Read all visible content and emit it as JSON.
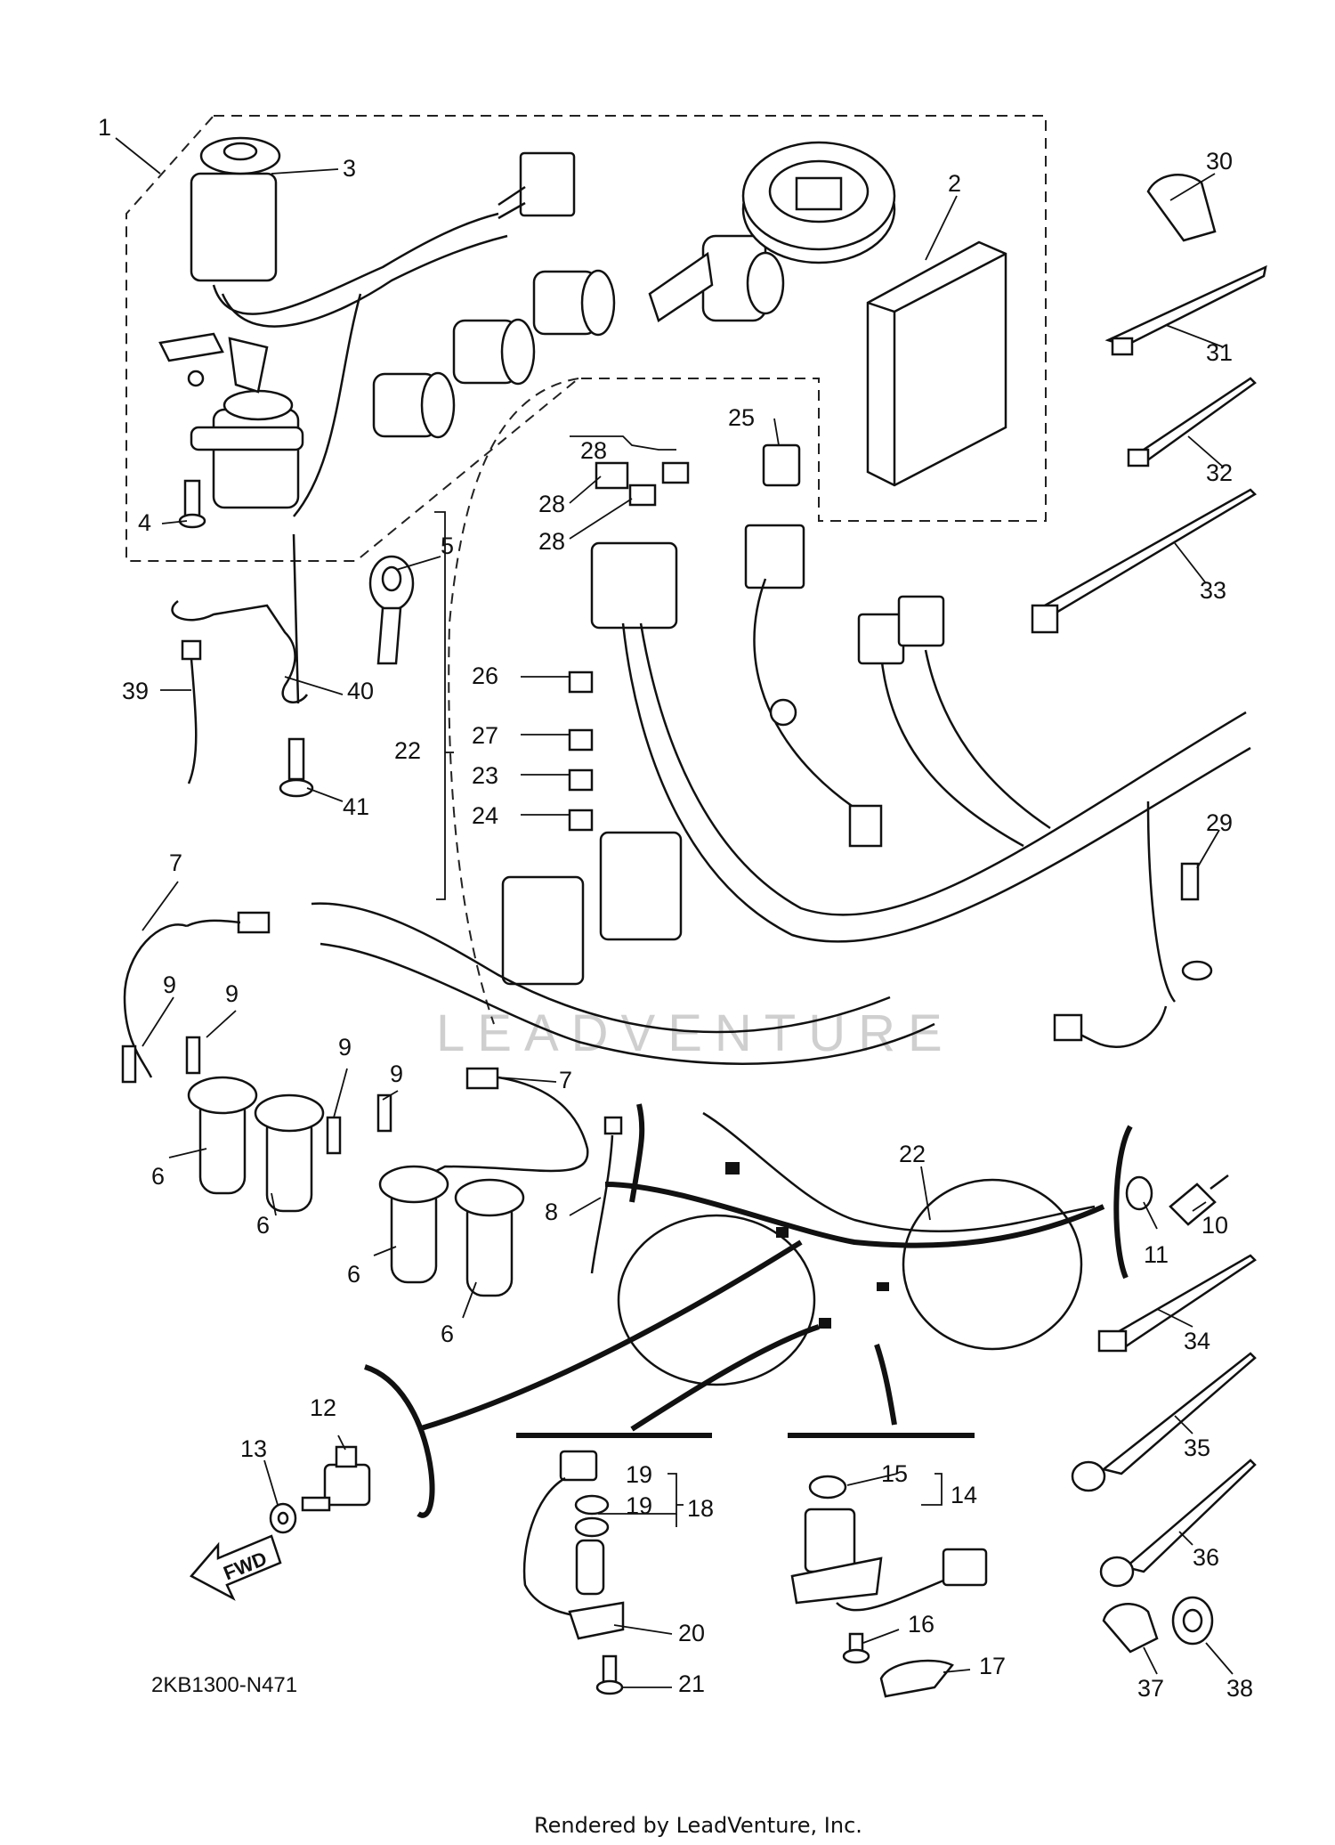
{
  "callouts": [
    {
      "id": "c1",
      "text": "1"
    },
    {
      "id": "c2",
      "text": "2"
    },
    {
      "id": "c3",
      "text": "3"
    },
    {
      "id": "c4",
      "text": "4"
    },
    {
      "id": "c5",
      "text": "5"
    },
    {
      "id": "c6a",
      "text": "6"
    },
    {
      "id": "c6b",
      "text": "6"
    },
    {
      "id": "c6c",
      "text": "6"
    },
    {
      "id": "c6d",
      "text": "6"
    },
    {
      "id": "c7a",
      "text": "7"
    },
    {
      "id": "c7b",
      "text": "7"
    },
    {
      "id": "c8",
      "text": "8"
    },
    {
      "id": "c9a",
      "text": "9"
    },
    {
      "id": "c9b",
      "text": "9"
    },
    {
      "id": "c9c",
      "text": "9"
    },
    {
      "id": "c9d",
      "text": "9"
    },
    {
      "id": "c10",
      "text": "10"
    },
    {
      "id": "c11",
      "text": "11"
    },
    {
      "id": "c12",
      "text": "12"
    },
    {
      "id": "c13",
      "text": "13"
    },
    {
      "id": "c14",
      "text": "14"
    },
    {
      "id": "c15",
      "text": "15"
    },
    {
      "id": "c16",
      "text": "16"
    },
    {
      "id": "c17",
      "text": "17"
    },
    {
      "id": "c18",
      "text": "18"
    },
    {
      "id": "c19a",
      "text": "19"
    },
    {
      "id": "c19b",
      "text": "19"
    },
    {
      "id": "c20",
      "text": "20"
    },
    {
      "id": "c21",
      "text": "21"
    },
    {
      "id": "c22a",
      "text": "22"
    },
    {
      "id": "c22b",
      "text": "22"
    },
    {
      "id": "c23",
      "text": "23"
    },
    {
      "id": "c24",
      "text": "24"
    },
    {
      "id": "c25",
      "text": "25"
    },
    {
      "id": "c26",
      "text": "26"
    },
    {
      "id": "c27",
      "text": "27"
    },
    {
      "id": "c28a",
      "text": "28"
    },
    {
      "id": "c28b",
      "text": "28"
    },
    {
      "id": "c28c",
      "text": "28"
    },
    {
      "id": "c29",
      "text": "29"
    },
    {
      "id": "c30",
      "text": "30"
    },
    {
      "id": "c31",
      "text": "31"
    },
    {
      "id": "c32",
      "text": "32"
    },
    {
      "id": "c33",
      "text": "33"
    },
    {
      "id": "c34",
      "text": "34"
    },
    {
      "id": "c35",
      "text": "35"
    },
    {
      "id": "c36",
      "text": "36"
    },
    {
      "id": "c37",
      "text": "37"
    },
    {
      "id": "c38",
      "text": "38"
    },
    {
      "id": "c39",
      "text": "39"
    },
    {
      "id": "c40",
      "text": "40"
    },
    {
      "id": "c41",
      "text": "41"
    }
  ],
  "diagram_code": "2KB1300-N471",
  "fwd_label": "FWD",
  "watermark": "LEADVENTURE",
  "footer": "Rendered by LeadVenture, Inc."
}
